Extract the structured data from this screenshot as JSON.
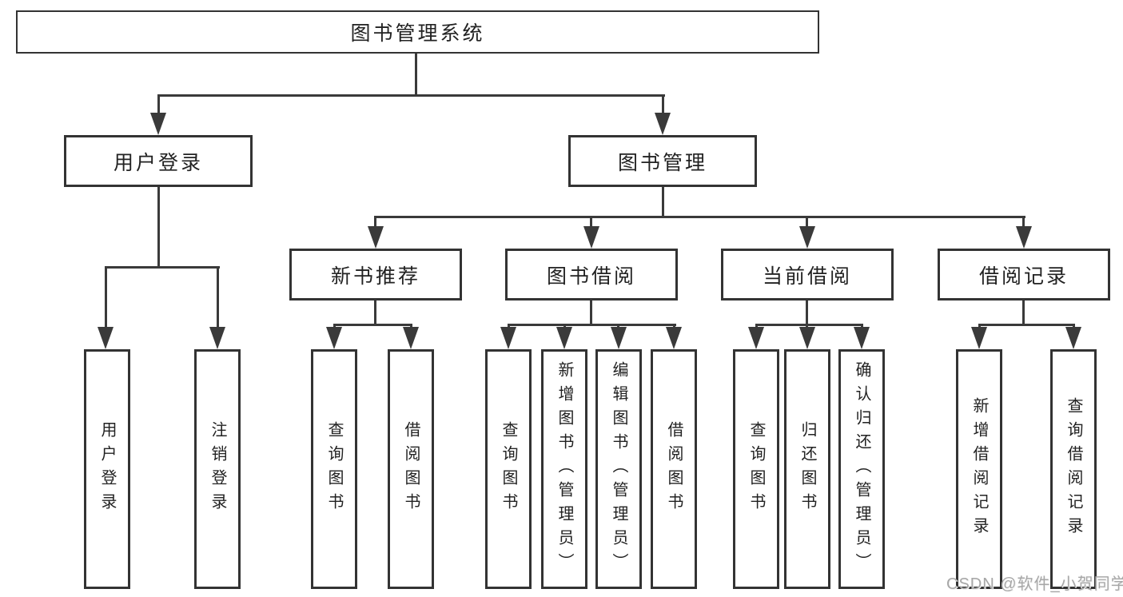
{
  "root": {
    "label": "图书管理系统"
  },
  "level2": [
    {
      "id": "user-login",
      "label": "用户登录"
    },
    {
      "id": "book-management",
      "label": "图书管理"
    }
  ],
  "level3": [
    {
      "id": "new-book-recommend",
      "parent": "图书管理",
      "label": "新书推荐"
    },
    {
      "id": "book-borrowing",
      "parent": "图书管理",
      "label": "图书借阅"
    },
    {
      "id": "current-borrowing",
      "parent": "图书管理",
      "label": "当前借阅"
    },
    {
      "id": "borrow-records",
      "parent": "图书管理",
      "label": "借阅记录"
    }
  ],
  "leaves": [
    {
      "parent": "用户登录",
      "label": "用户登录"
    },
    {
      "parent": "用户登录",
      "label": "注销登录"
    },
    {
      "parent": "新书推荐",
      "label": "查询图书"
    },
    {
      "parent": "新书推荐",
      "label": "借阅图书"
    },
    {
      "parent": "图书借阅",
      "label": "查询图书"
    },
    {
      "parent": "图书借阅",
      "label": "新增图书（管理员）"
    },
    {
      "parent": "图书借阅",
      "label": "编辑图书（管理员）"
    },
    {
      "parent": "图书借阅",
      "label": "借阅图书"
    },
    {
      "parent": "当前借阅",
      "label": "查询图书"
    },
    {
      "parent": "当前借阅",
      "label": "归还图书"
    },
    {
      "parent": "当前借阅",
      "label": "确认归还（管理员）"
    },
    {
      "parent": "借阅记录",
      "label": "新增借阅记录"
    },
    {
      "parent": "借阅记录",
      "label": "查询借阅记录"
    }
  ],
  "watermark": "CSDN @软件_小贺同学",
  "colors": {
    "line": "#3a3a3a",
    "border": "#333333",
    "text": "#222222",
    "watermark": "#a7a7a7",
    "background": "#ffffff"
  }
}
